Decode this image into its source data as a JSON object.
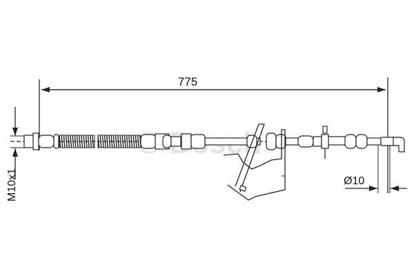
{
  "drawing": {
    "length_dimension": "775",
    "thread_label": "M10x1",
    "diameter_label": "Ø10",
    "watermark": "© Bosch"
  }
}
